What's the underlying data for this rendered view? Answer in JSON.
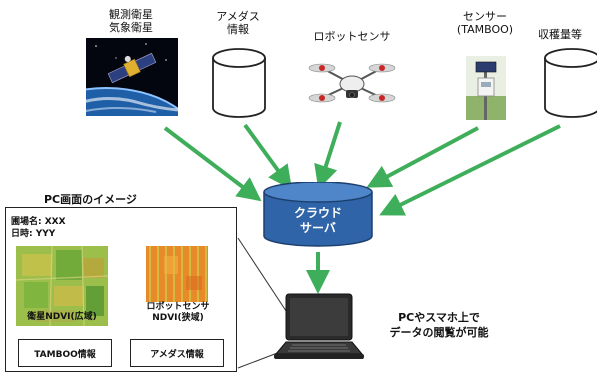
{
  "sources": {
    "satellite": {
      "line1": "観測衛星",
      "line2": "気象衛星"
    },
    "amedas": {
      "line1": "アメダス",
      "line2": "情報"
    },
    "robot": {
      "label": "ロボットセンサ"
    },
    "sensor": {
      "line1": "センサー",
      "line2": "(TAMBOO)"
    },
    "harvest": {
      "label": "収穫量等"
    }
  },
  "cloud": {
    "line1": "クラウド",
    "line2": "サーバ"
  },
  "pc_screen": {
    "title": "PC画面のイメージ",
    "field_name": "圃場名: XXX",
    "datetime": "日時: YYY",
    "satellite_ndvi": "衛星NDVI(広域)",
    "robot_ndvi_line1": "ロボットセンサ",
    "robot_ndvi_line2": "NDVI(狭域)",
    "tamboo_button": "TAMBOO情報",
    "amedas_button": "アメダス情報"
  },
  "caption": {
    "line1": "PCやスマホ上で",
    "line2": "データの閲覧が可能"
  },
  "colors": {
    "arrow": "#3fae5a",
    "cloud_fill": "#2f64a8",
    "cloud_top": "#4f86c9"
  }
}
